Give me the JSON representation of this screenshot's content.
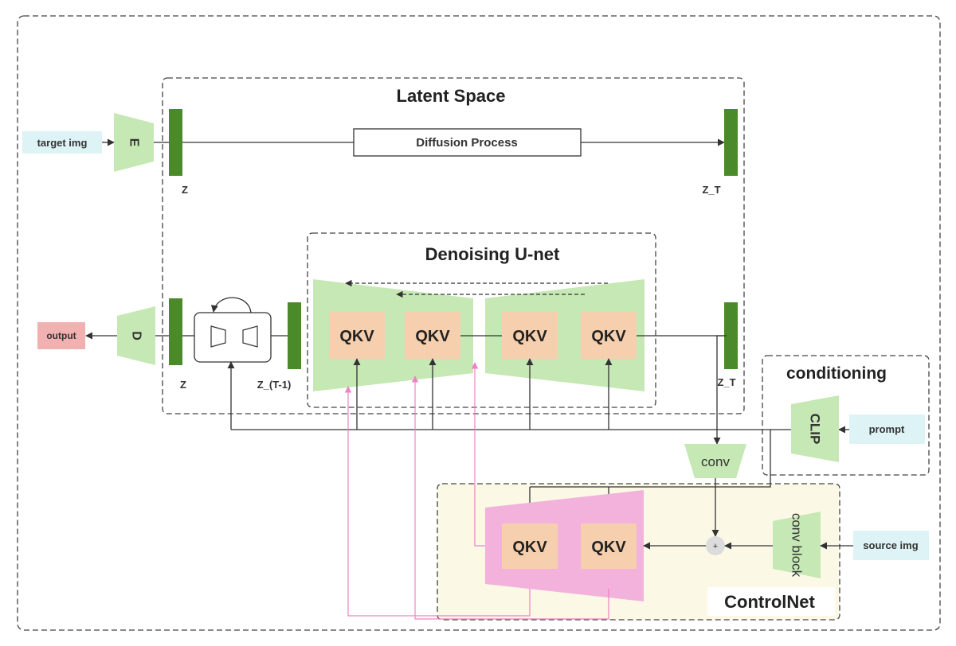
{
  "latent_space": {
    "title": "Latent Space"
  },
  "denoising_unet": {
    "title": "Denoising U-net"
  },
  "conditioning": {
    "title": "conditioning"
  },
  "controlnet": {
    "title": "ControlNet"
  },
  "labels": {
    "target_img": "target img",
    "encoder": "E",
    "decoder": "D",
    "output": "output",
    "diffusion_process": "Diffusion Process",
    "z_top": "Z",
    "zt_top": "Z_T",
    "z_bottom": "Z",
    "z_t_minus_1": "Z_(T-1)",
    "zt_bottom": "Z_T",
    "qkv": "QKV",
    "clip": "CLIP",
    "prompt": "prompt",
    "conv": "conv",
    "conv_block": "conv block",
    "source_img": "source img",
    "plus": "+"
  },
  "colors": {
    "latent_bar": "#4a8a2a",
    "encoder_fill": "#c6e8b4",
    "qkv_fill": "#f6cfae",
    "controlnet_shape": "#f2b2dc",
    "controlnet_bg": "#fbf8e6",
    "input_fill": "#ddf3f5",
    "output_fill": "#f1b1b1",
    "pink_arrow": "#ee82c6",
    "line": "#333333"
  }
}
